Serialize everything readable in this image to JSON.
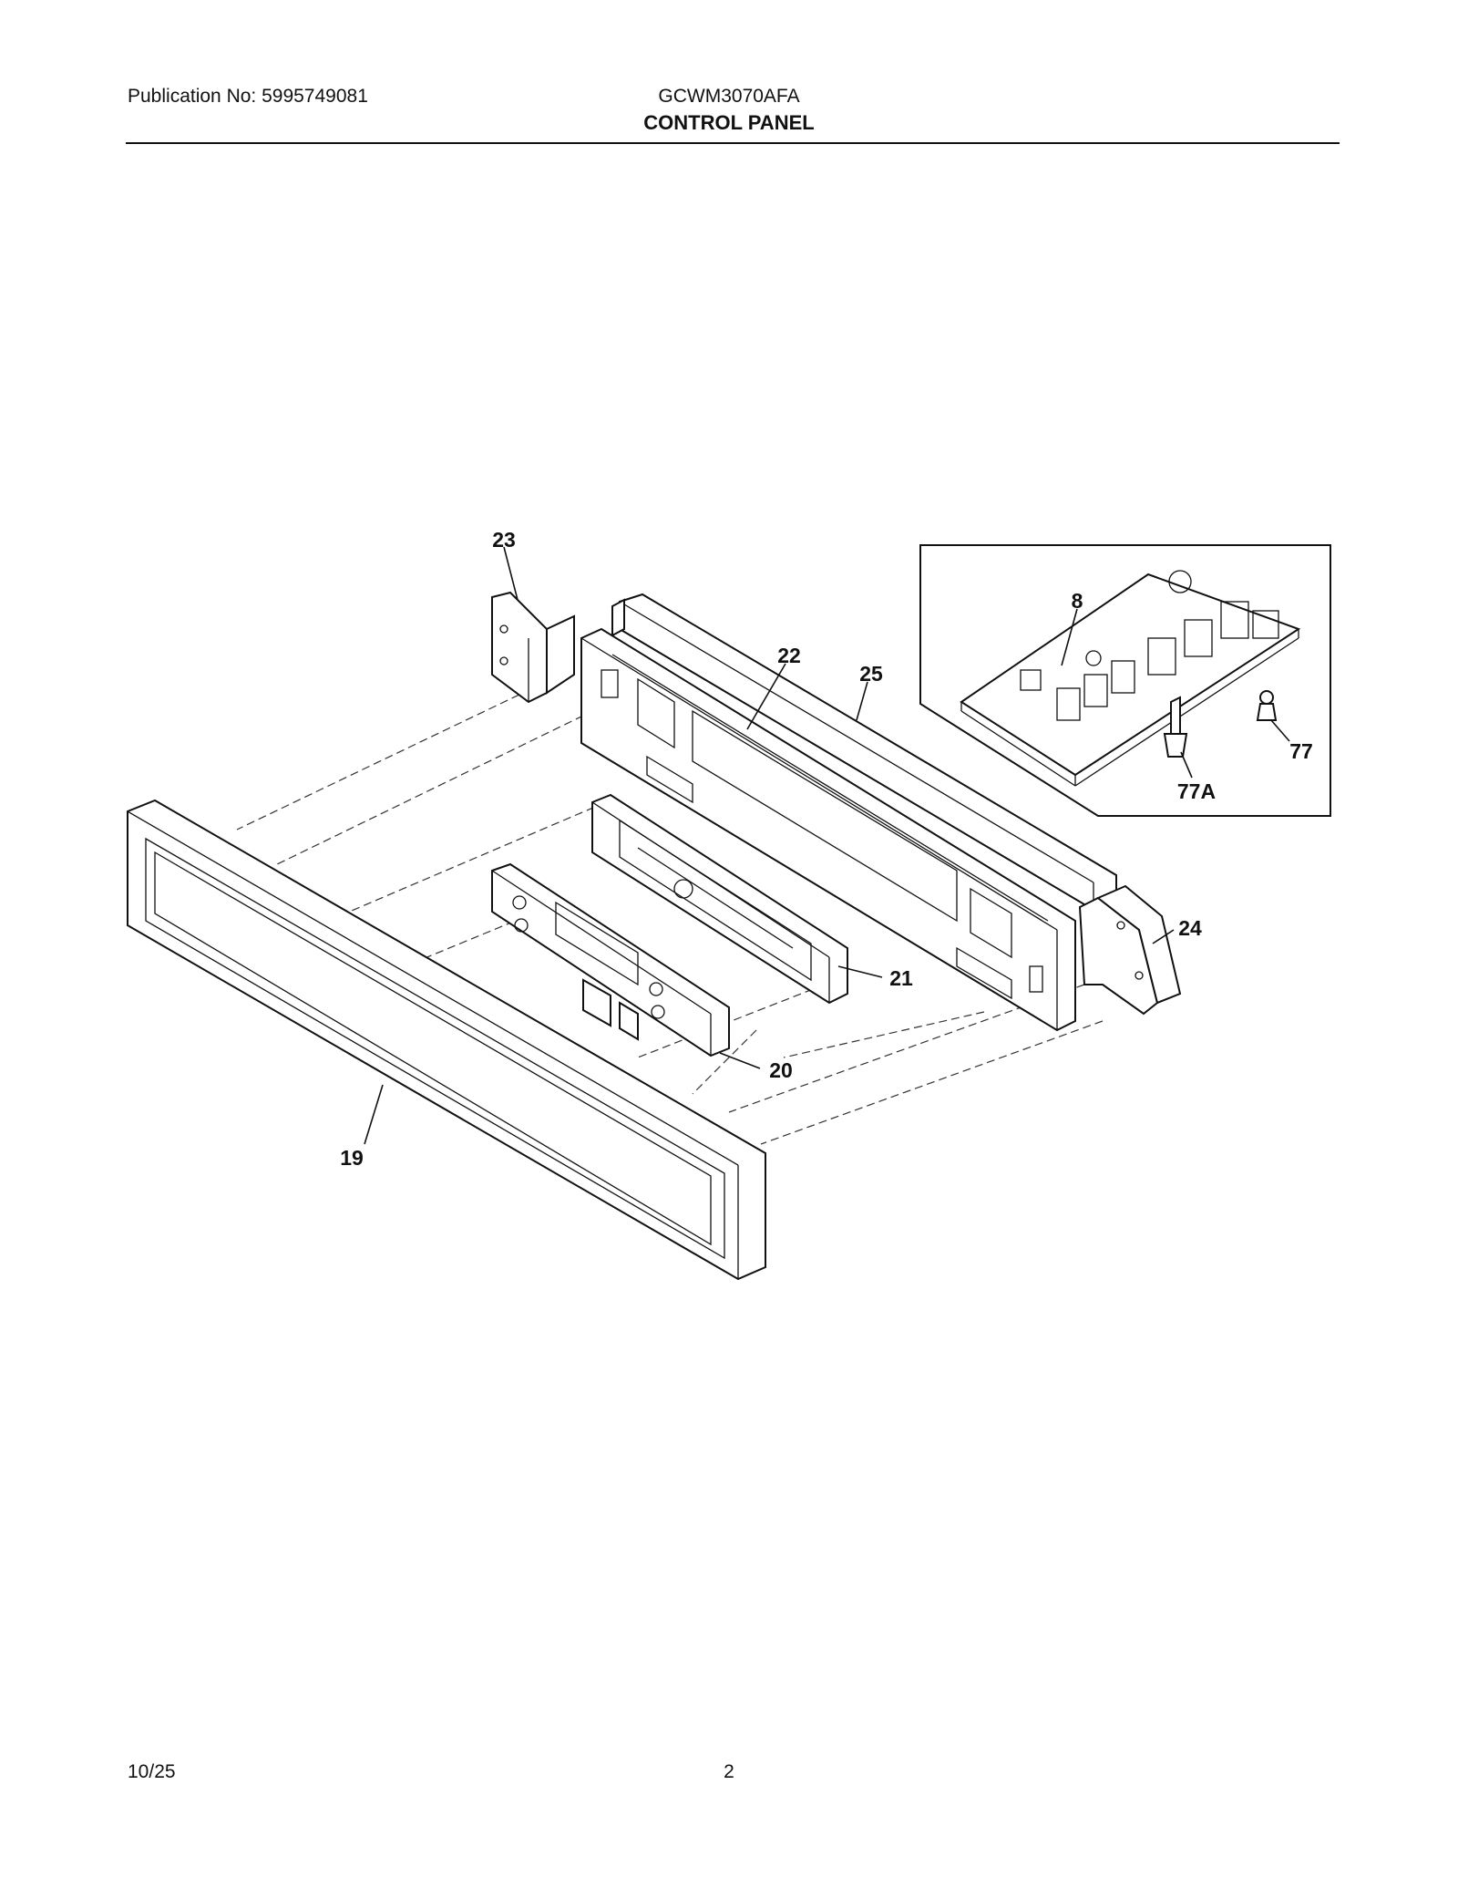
{
  "header": {
    "publication": "Publication No: 5995749081",
    "model": "GCWM3070AFA",
    "section_title": "CONTROL PANEL"
  },
  "footer": {
    "date": "10/25",
    "page_number": "2"
  },
  "callouts": {
    "c19": "19",
    "c20": "20",
    "c21": "21",
    "c22": "22",
    "c23": "23",
    "c24": "24",
    "c25": "25",
    "c8": "8",
    "c77": "77",
    "c77a": "77A"
  }
}
